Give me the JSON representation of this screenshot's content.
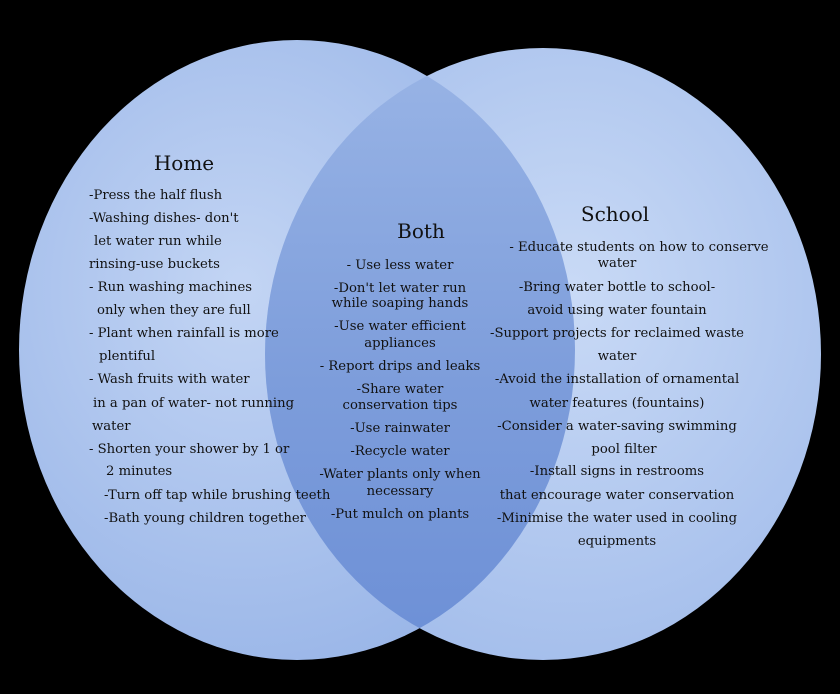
{
  "colors": {
    "background": "#000000",
    "left_circle": "#a9c2ec",
    "right_circle": "#b2caf0",
    "overlap": "#7f9fdc",
    "text": "#111111"
  },
  "venn": {
    "home": {
      "title": "Home",
      "lines": [
        "-Press the half flush",
        "-Washing dishes- don't",
        "let water run while",
        "rinsing-use buckets",
        "- Run washing machines",
        "only when they are full",
        "- Plant when rainfall is more",
        "plentiful",
        "- Wash fruits with water",
        "in a pan of water- not running",
        "water",
        "- Shorten your shower by 1 or",
        "2 minutes",
        "-Turn off tap while brushing teeth",
        "-Bath young children together"
      ]
    },
    "both": {
      "title": "Both",
      "lines": [
        "- Use less water",
        "-Don't let water run",
        "while soaping hands",
        "-Use water efficient",
        "appliances",
        "- Report drips and leaks",
        "-Share water",
        "conservation tips",
        "-Use rainwater",
        "-Recycle water",
        "-Water plants only when",
        "necessary",
        "-Put mulch on plants"
      ]
    },
    "school": {
      "title": "School",
      "lines": [
        "- Educate students on how to conserve",
        "water",
        "-Bring water bottle to school-",
        "avoid using water fountain",
        "-Support projects for reclaimed waste",
        "water",
        "-Avoid the installation of ornamental",
        "water features (fountains)",
        "-Consider a water-saving swimming",
        "pool filter",
        "-Install signs in restrooms",
        "that encourage water conservation",
        "-Minimise the water used in cooling",
        "equipments"
      ]
    }
  }
}
